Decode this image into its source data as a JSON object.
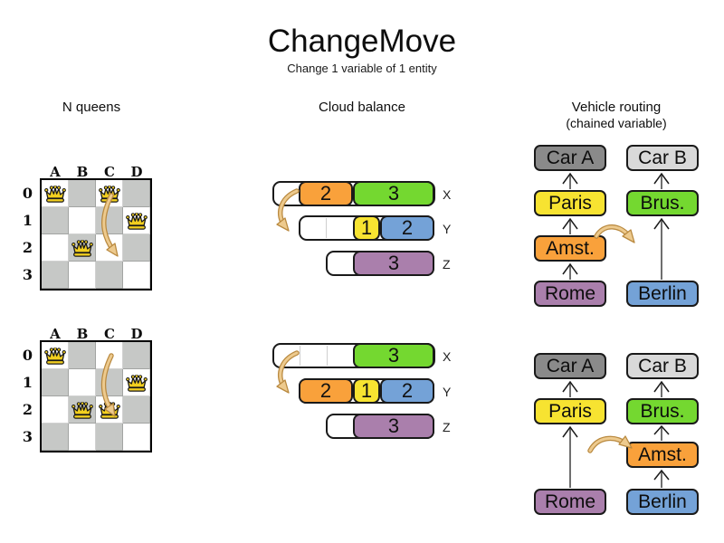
{
  "header": {
    "title": "ChangeMove",
    "subtitle": "Change 1 variable of 1 entity"
  },
  "nqueens": {
    "label": "N queens",
    "columns": [
      "A",
      "B",
      "C",
      "D"
    ],
    "rows": [
      "0",
      "1",
      "2",
      "3"
    ],
    "before": {
      "queens": [
        "A0",
        "C0",
        "D1",
        "B2"
      ],
      "move_from": "C0",
      "move_to": "C2"
    },
    "after": {
      "queens": [
        "A0",
        "D1",
        "B2",
        "C2"
      ],
      "move_from": "C0",
      "move_to": "C2"
    }
  },
  "cloud": {
    "label": "Cloud balance",
    "computers": [
      "X",
      "Y",
      "Z"
    ],
    "before": {
      "x_blocks": [
        {
          "label": "2",
          "color": "orange"
        },
        {
          "label": "3",
          "color": "green"
        }
      ],
      "y_blocks": [
        {
          "label": "1",
          "color": "yellow"
        },
        {
          "label": "2",
          "color": "blue"
        }
      ],
      "z_blocks": [
        {
          "label": "3",
          "color": "purple"
        }
      ]
    },
    "after": {
      "x_blocks": [
        {
          "label": "3",
          "color": "green"
        }
      ],
      "y_blocks": [
        {
          "label": "2",
          "color": "orange"
        },
        {
          "label": "1",
          "color": "yellow"
        },
        {
          "label": "2",
          "color": "blue"
        }
      ],
      "z_blocks": [
        {
          "label": "3",
          "color": "purple"
        }
      ]
    },
    "moved_process": "2"
  },
  "vehicle": {
    "label": "Vehicle routing",
    "sublabel": "(chained variable)",
    "boxes": {
      "car_a": "Car A",
      "car_b": "Car B",
      "paris": "Paris",
      "brus": "Brus.",
      "amst": "Amst.",
      "rome": "Rome",
      "berlin": "Berlin"
    },
    "before": {
      "chain_a": [
        "Rome",
        "Amst.",
        "Paris",
        "Car A"
      ],
      "chain_b": [
        "Berlin",
        "Brus.",
        "Car B"
      ]
    },
    "after": {
      "chain_a": [
        "Rome",
        "Paris",
        "Car A"
      ],
      "chain_b": [
        "Berlin",
        "Amst.",
        "Brus.",
        "Car B"
      ]
    }
  },
  "colors": {
    "orange": "#f9a13b",
    "green": "#74d830",
    "yellow": "#f7e331",
    "blue": "#74a2d7",
    "purple": "#aa7fac",
    "car_gray_dark": "#8a8a8a",
    "car_gray_light": "#d9d9d9",
    "board_gray": "#c6c8c6",
    "queen_gold": "#f2cf1f",
    "move_arrow_fill": "#edca8e",
    "move_arrow_outline": "#b9893f"
  }
}
